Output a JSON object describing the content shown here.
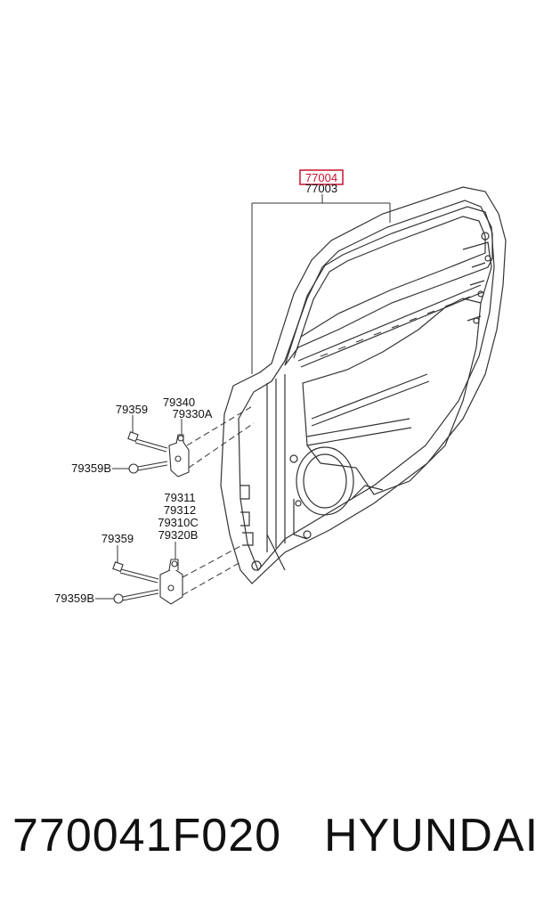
{
  "callouts": {
    "door_assy_highlight": "77004",
    "door_assy": "77003",
    "upper_hinge_a": "79340",
    "upper_hinge_b": "79330A",
    "upper_bolt": "79359",
    "upper_bolt_b": "79359B",
    "lower_hinge_a": "79311",
    "lower_hinge_b": "79312",
    "lower_hinge_c": "79310C",
    "lower_hinge_d": "79320B",
    "lower_bolt": "79359",
    "lower_bolt_b": "79359B"
  },
  "footer": {
    "part_number": "770041F020",
    "brand": "HYUNDAI"
  },
  "colors": {
    "highlight": "#c8102e",
    "line": "#333333"
  }
}
